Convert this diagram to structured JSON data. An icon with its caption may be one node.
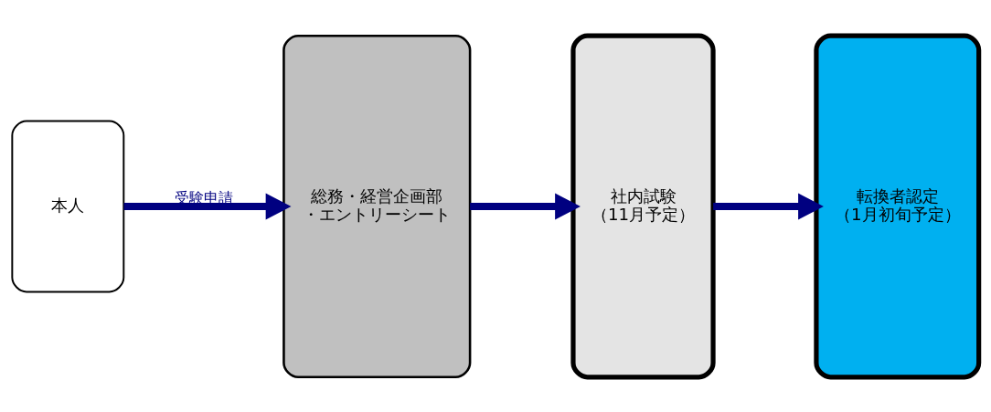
{
  "diagram": {
    "nodes": [
      {
        "text": [
          "本人"
        ]
      },
      {
        "text": [
          "総務・経営企画部",
          "・エントリーシート"
        ]
      },
      {
        "text": [
          "社内試験",
          "（11月予定）"
        ]
      },
      {
        "text": [
          "転換者認定",
          "（1月初旬予定）"
        ]
      }
    ],
    "edges": [
      {
        "from": 0,
        "to": 1,
        "arrow": "to",
        "label": "受験申請"
      },
      {
        "from": 1,
        "to": 2,
        "arrow": "to"
      },
      {
        "from": 2,
        "to": 3,
        "arrow": "to"
      }
    ]
  }
}
